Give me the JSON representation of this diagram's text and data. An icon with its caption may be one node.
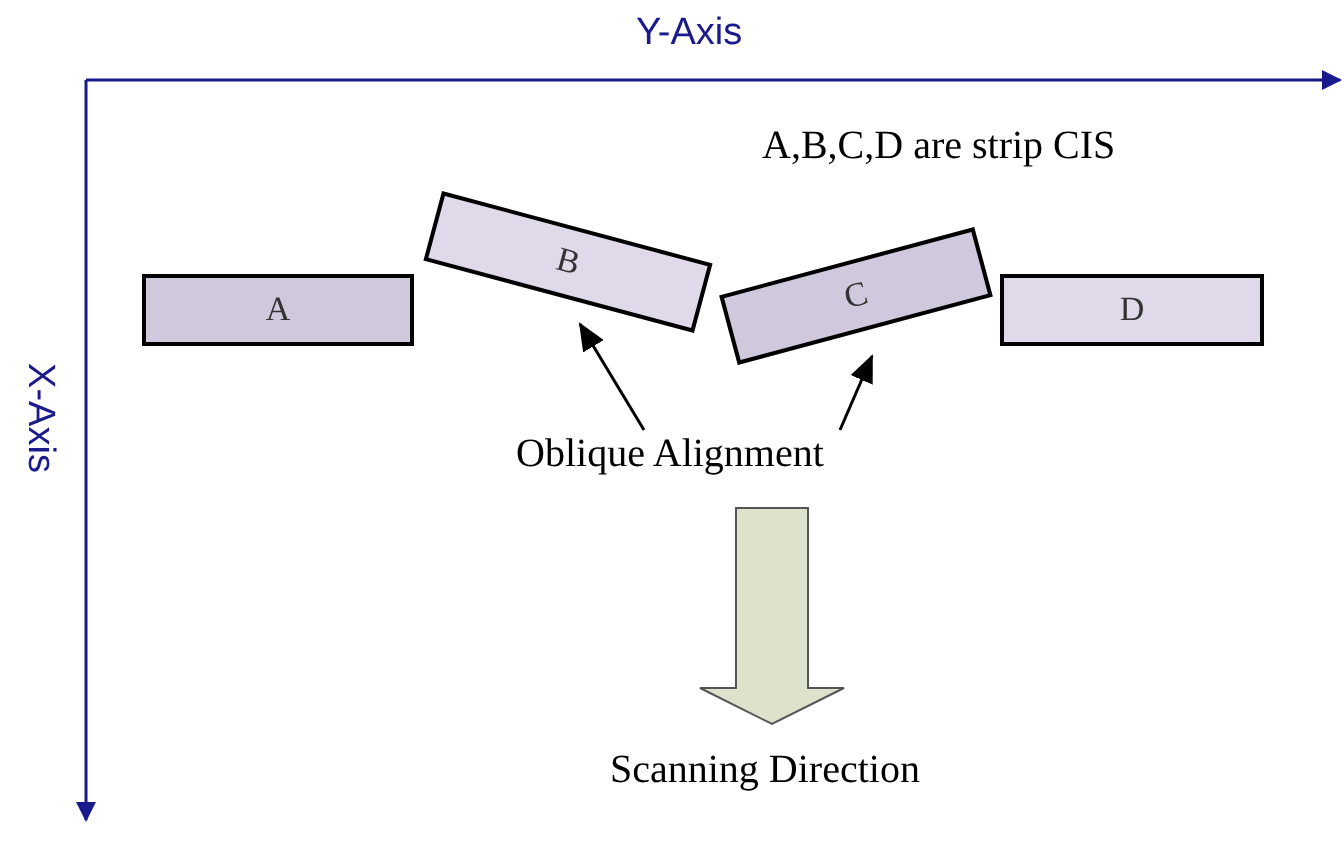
{
  "diagram": {
    "nodes": [
      {
        "text": [
          "A"
        ]
      },
      {
        "text": [
          "B"
        ]
      },
      {
        "text": [
          "C"
        ]
      },
      {
        "text": [
          "D"
        ]
      },
      {
        "text": [
          "Oblique Alignment"
        ]
      }
    ],
    "edges": [
      {
        "from": 4,
        "to": 1,
        "arrow": "to"
      },
      {
        "from": 4,
        "to": 2,
        "arrow": "to"
      }
    ],
    "labels": [
      "Y-Axis",
      "A,B,C,D are strip CIS",
      "X-Axis",
      "Scanning Direction"
    ]
  }
}
